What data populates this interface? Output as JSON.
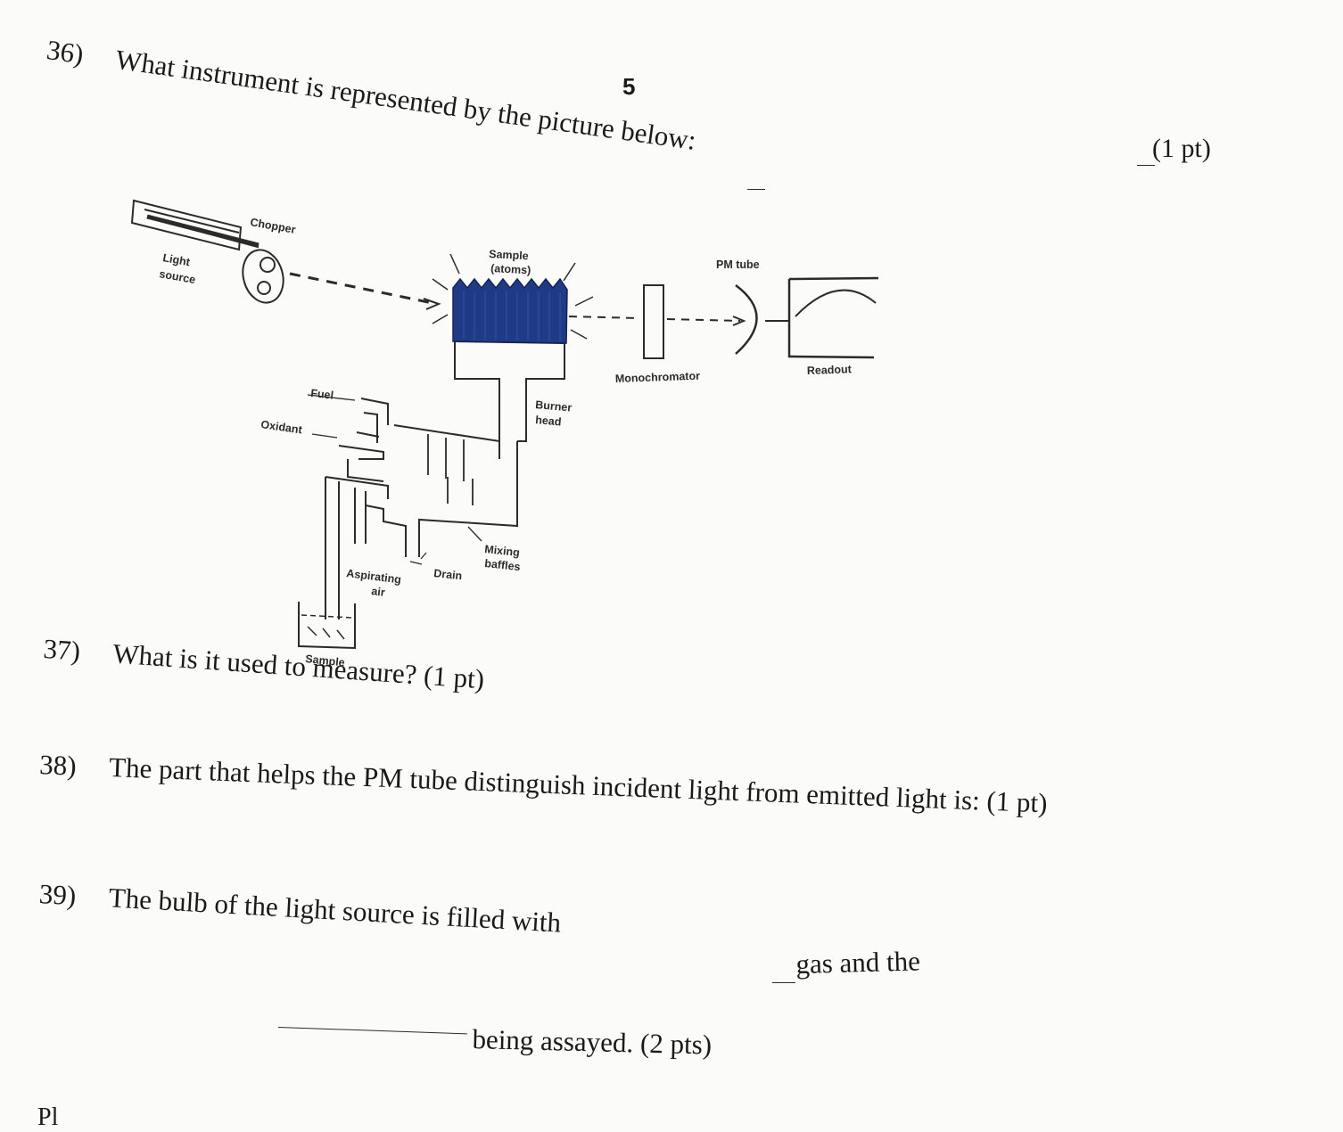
{
  "page": {
    "number": "5"
  },
  "questions": {
    "q36": {
      "number": "36)",
      "text": "What instrument is represented by the picture below:",
      "points": "(1 pt)"
    },
    "q37": {
      "number": "37)",
      "text": "What is it used to measure? (1 pt)"
    },
    "q38": {
      "number": "38)",
      "text": "The part that helps the PM tube distinguish incident light from emitted light is: (1 pt)"
    },
    "q39": {
      "number": "39)",
      "text_a": "The bulb of the light source is filled with",
      "text_b": "gas and the",
      "text_c": "being assayed. (2 pts)"
    }
  },
  "diagram": {
    "labels": {
      "chopper": "Chopper",
      "light_source_1": "Light",
      "light_source_2": "source",
      "sample_atoms_1": "Sample",
      "sample_atoms_2": "(atoms)",
      "pm_tube": "PM tube",
      "monochromator": "Monochromator",
      "readout": "Readout",
      "fuel": "Fuel",
      "oxidant": "Oxidant",
      "burner_head_1": "Burner",
      "burner_head_2": "head",
      "mixing_baffles_1": "Mixing",
      "mixing_baffles_2": "baffles",
      "drain": "Drain",
      "aspirating_air_1": "Aspirating",
      "aspirating_air_2": "air",
      "sample": "Sample"
    },
    "colors": {
      "flame": "#1f3b86",
      "ink": "#2b2b2b"
    }
  },
  "footer": {
    "fragment": "Pl"
  }
}
